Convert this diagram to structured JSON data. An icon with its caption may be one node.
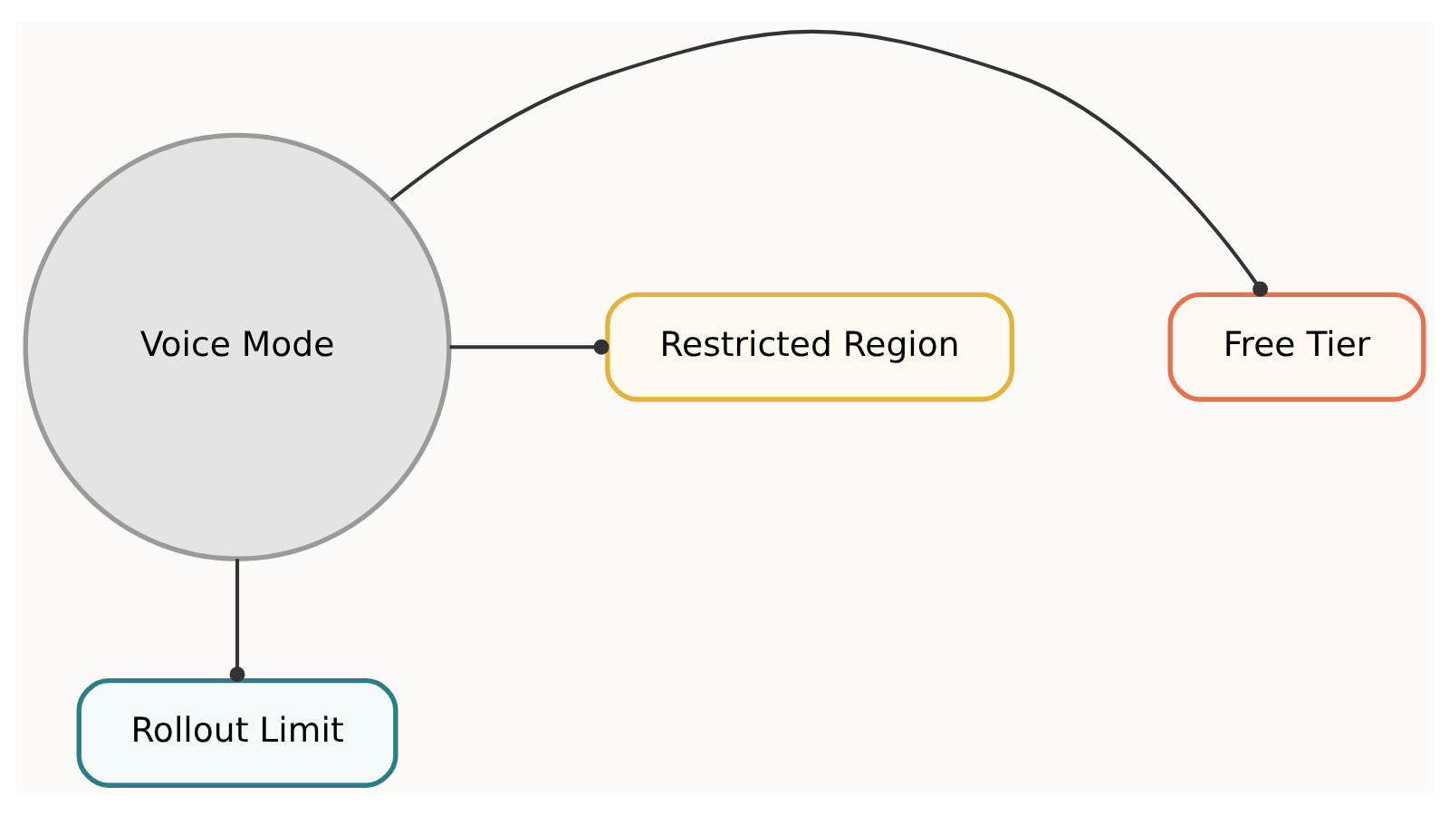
{
  "diagram": {
    "nodes": [
      {
        "text": [
          "Free Tier"
        ]
      },
      {
        "text": [
          "Restricted Region"
        ]
      },
      {
        "text": [
          "Voice Mode"
        ]
      },
      {
        "text": [
          "Rollout Limit"
        ]
      }
    ],
    "edges": [
      {
        "from": 2,
        "to": 0,
        "arrow": "other"
      },
      {
        "from": 2,
        "to": 1,
        "arrow": "other"
      },
      {
        "from": 2,
        "to": 3,
        "arrow": "other"
      }
    ]
  }
}
